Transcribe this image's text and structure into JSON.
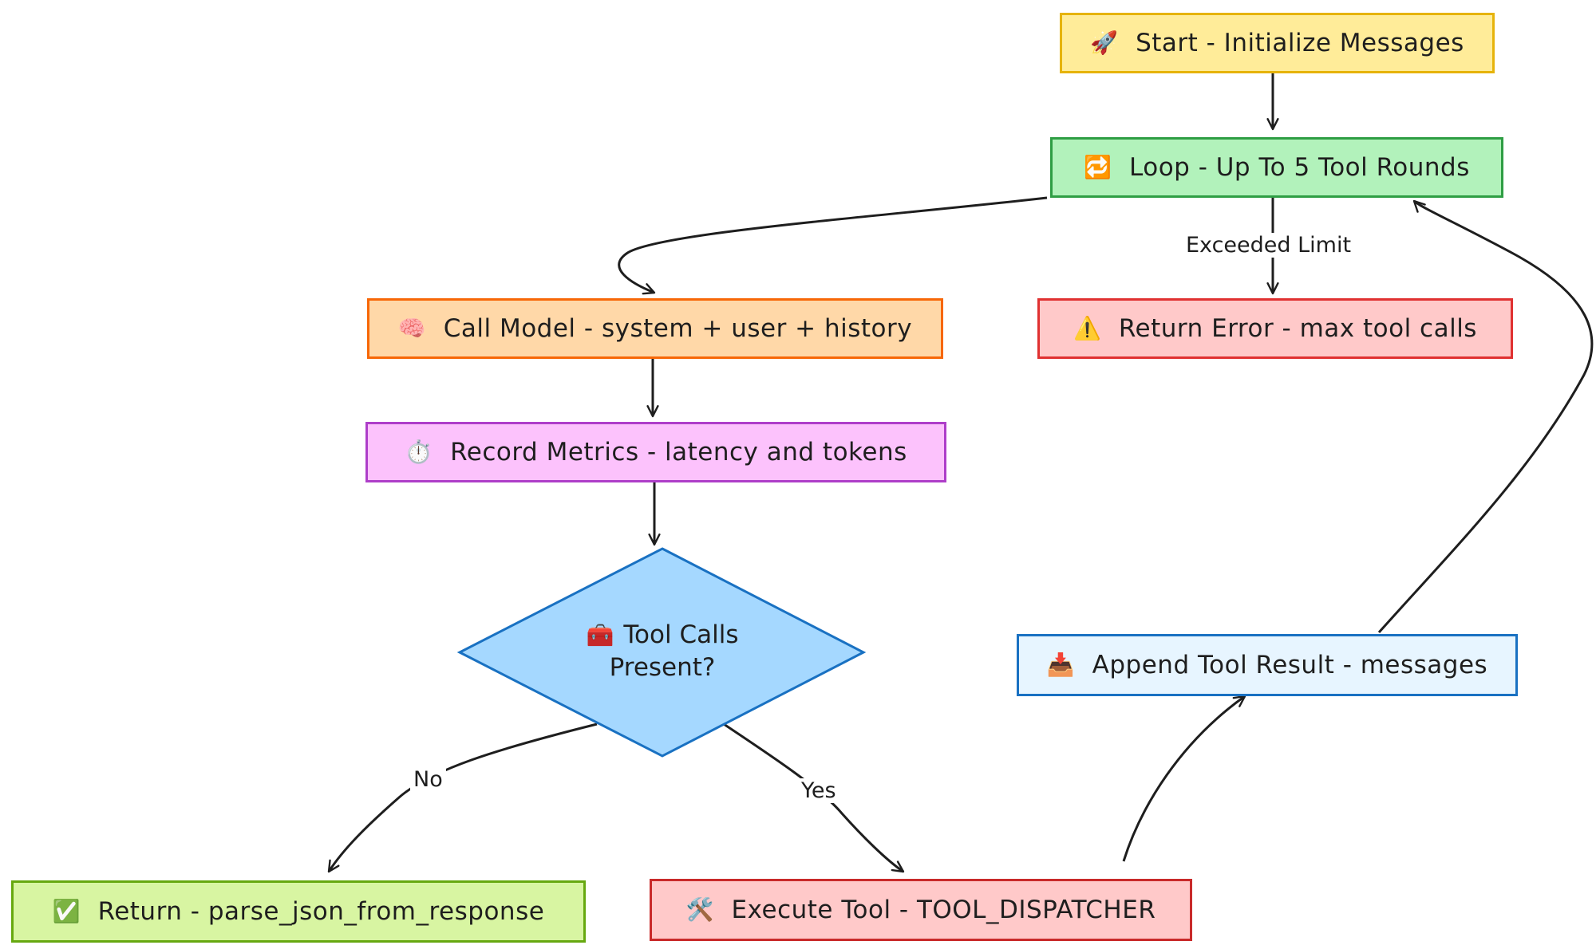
{
  "nodes": {
    "start": {
      "icon": "🚀",
      "icon_name": "rocket-icon",
      "label": "Start - Initialize Messages",
      "fill": "#ffec99",
      "stroke": "#e6b30a"
    },
    "loop": {
      "icon": "🔁",
      "icon_name": "repeat-icon",
      "label": "Loop - Up To 5 Tool Rounds",
      "fill": "#b2f2bb",
      "stroke": "#2f9e44"
    },
    "call_model": {
      "icon": "🧠",
      "icon_name": "brain-icon",
      "label": "Call Model - system + user + history",
      "fill": "#ffd8a8",
      "stroke": "#f76707"
    },
    "return_error": {
      "icon": "⚠️",
      "icon_name": "warning-icon",
      "label": "Return Error - max tool calls",
      "fill": "#ffc9c9",
      "stroke": "#e03131"
    },
    "record_metrics": {
      "icon": "⏱️",
      "icon_name": "stopwatch-icon",
      "label": "Record Metrics - latency and tokens",
      "fill": "#fcc2fc",
      "stroke": "#ae3ec9"
    },
    "tool_calls": {
      "icon": "🧰",
      "icon_name": "toolbox-icon",
      "label_line1": "Tool Calls",
      "label_line2": "Present?",
      "fill": "#a5d8ff",
      "stroke": "#1971c2"
    },
    "append_result": {
      "icon": "📥",
      "icon_name": "inbox-tray-icon",
      "label": "Append Tool Result - messages",
      "fill": "#e7f5ff",
      "stroke": "#1971c2"
    },
    "return_parse": {
      "icon": "✅",
      "icon_name": "check-mark-icon",
      "label": "Return - parse_json_from_response",
      "fill": "#d8f5a2",
      "stroke": "#66a80f"
    },
    "execute_tool": {
      "icon": "🛠️",
      "icon_name": "hammer-wrench-icon",
      "label": "Execute Tool - TOOL_DISPATCHER",
      "fill": "#ffc9c9",
      "stroke": "#c92a2a"
    }
  },
  "edges": {
    "exceeded_limit": "Exceeded Limit",
    "no": "No",
    "yes": "Yes"
  },
  "edge_color": "#1e1e1e"
}
